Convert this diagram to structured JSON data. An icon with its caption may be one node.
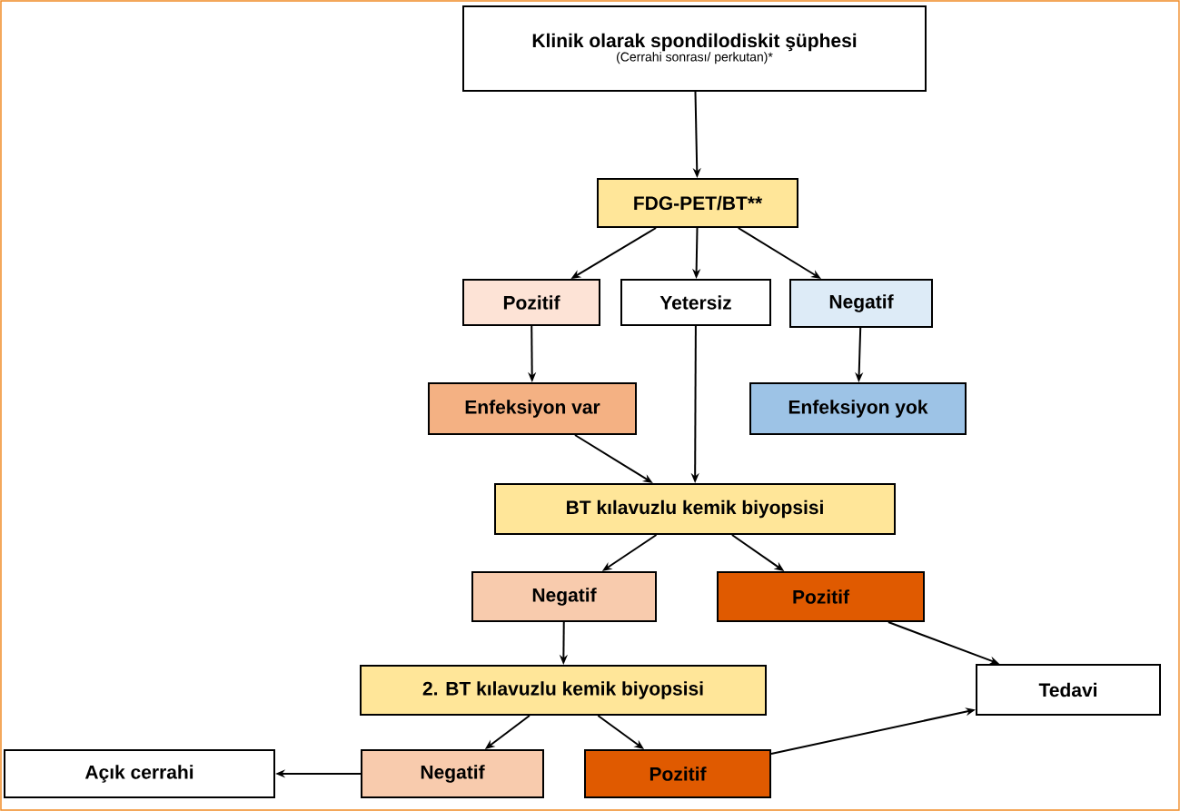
{
  "diagram": {
    "nodes": [
      {
        "text": [
          "Klinik olarak spondilodiskit şüphesi",
          "(Cerrahi sonrası/ perkutan)*"
        ]
      },
      {
        "text": [
          "FDG-PET/BT**"
        ]
      },
      {
        "text": [
          "Pozitif"
        ]
      },
      {
        "text": [
          "Yetersiz"
        ]
      },
      {
        "text": [
          "Negatif"
        ]
      },
      {
        "text": [
          "Enfeksiyon var"
        ]
      },
      {
        "text": [
          "Enfeksiyon yok"
        ]
      },
      {
        "text": [
          "BT kılavuzlu kemik biyopsisi"
        ]
      },
      {
        "text": [
          "Negatif"
        ]
      },
      {
        "text": [
          "Pozitif"
        ]
      },
      {
        "text": [
          "Tedavi"
        ]
      },
      {
        "text": [
          "2. BT kılavuzlu kemik biyopsisi"
        ]
      },
      {
        "text": [
          "Açık cerrahi"
        ]
      },
      {
        "text": [
          "Negatif"
        ]
      },
      {
        "text": [
          "Pozitif"
        ]
      }
    ],
    "edges": [
      {
        "from": 0,
        "to": 1,
        "arrow": "to"
      },
      {
        "from": 1,
        "to": 2,
        "arrow": "to"
      },
      {
        "from": 1,
        "to": 3,
        "arrow": "to"
      },
      {
        "from": 1,
        "to": 4,
        "arrow": "to"
      },
      {
        "from": 2,
        "to": 5,
        "arrow": "to"
      },
      {
        "from": 4,
        "to": 6,
        "arrow": "to"
      },
      {
        "from": 5,
        "to": 7,
        "arrow": "to"
      },
      {
        "from": 3,
        "to": 7,
        "arrow": "to"
      },
      {
        "from": 7,
        "to": 8,
        "arrow": "to"
      },
      {
        "from": 7,
        "to": 9,
        "arrow": "to"
      },
      {
        "from": 8,
        "to": 11,
        "arrow": "to"
      },
      {
        "from": 9,
        "to": 10,
        "arrow": "to"
      },
      {
        "from": 11,
        "to": 13,
        "arrow": "to"
      },
      {
        "from": 11,
        "to": 14,
        "arrow": "to"
      },
      {
        "from": 14,
        "to": 10,
        "arrow": "to"
      },
      {
        "from": 13,
        "to": 12,
        "arrow": "to"
      }
    ]
  }
}
